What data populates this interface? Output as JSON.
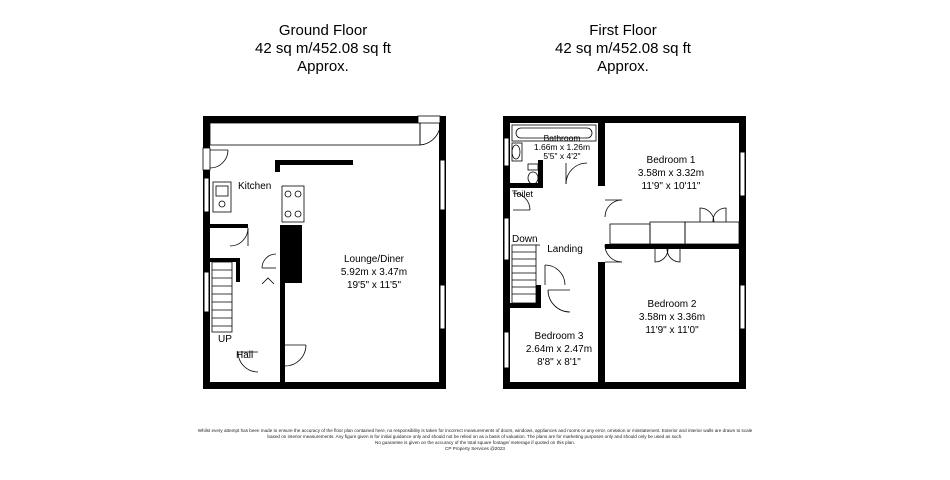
{
  "ground_floor": {
    "title": "Ground Floor",
    "area": "42 sq m/452.08 sq ft",
    "approx": "Approx.",
    "rooms": {
      "kitchen": {
        "name": "Kitchen"
      },
      "lounge": {
        "name": "Lounge/Diner",
        "metric": "5.92m x 3.47m",
        "imperial": "19'5\" x 11'5\""
      },
      "hall": {
        "name": "Hall"
      },
      "stairs": {
        "name": "UP"
      }
    }
  },
  "first_floor": {
    "title": "First Floor",
    "area": "42 sq m/452.08 sq ft",
    "approx": "Approx.",
    "rooms": {
      "bathroom": {
        "name": "Bathroom",
        "metric": "1.66m x 1.26m",
        "imperial": "5'5\" x 4'2\""
      },
      "toilet": {
        "name": "Toilet"
      },
      "bedroom1": {
        "name": "Bedroom 1",
        "metric": "3.58m x 3.32m",
        "imperial": "11'9\" x 10'11\""
      },
      "landing": {
        "name": "Landing"
      },
      "stairs": {
        "name": "Down"
      },
      "bedroom2": {
        "name": "Bedroom 2",
        "metric": "3.58m x 3.36m",
        "imperial": "11'9\" x 11'0\""
      },
      "bedroom3": {
        "name": "Bedroom 3",
        "metric": "2.64m x 2.47m",
        "imperial": "8'8\" x 8'1\""
      }
    }
  },
  "disclaimer": {
    "line1": "Whilst every attempt has been made to ensure the accuracy of the floor plan contained here, no responsibility is taken for incorrect measurements of doors, windows, appliances and rooms or any error, omission or misstatement. Exterior and interior walls are drawn to scale",
    "line2": "based on interior measurements. Any figure given is for initial guidance only and should not be relied on as a basis of valuation. The plans are for marketing purposes only and should only be used as such.",
    "line3": "No guarantee is given on the accuracy of the total square footage/ meterage if quoted on this plan.",
    "line4": "CP Property Services @2023"
  },
  "colors": {
    "wall": "#000000",
    "background": "#ffffff",
    "fixture": "#555555"
  }
}
